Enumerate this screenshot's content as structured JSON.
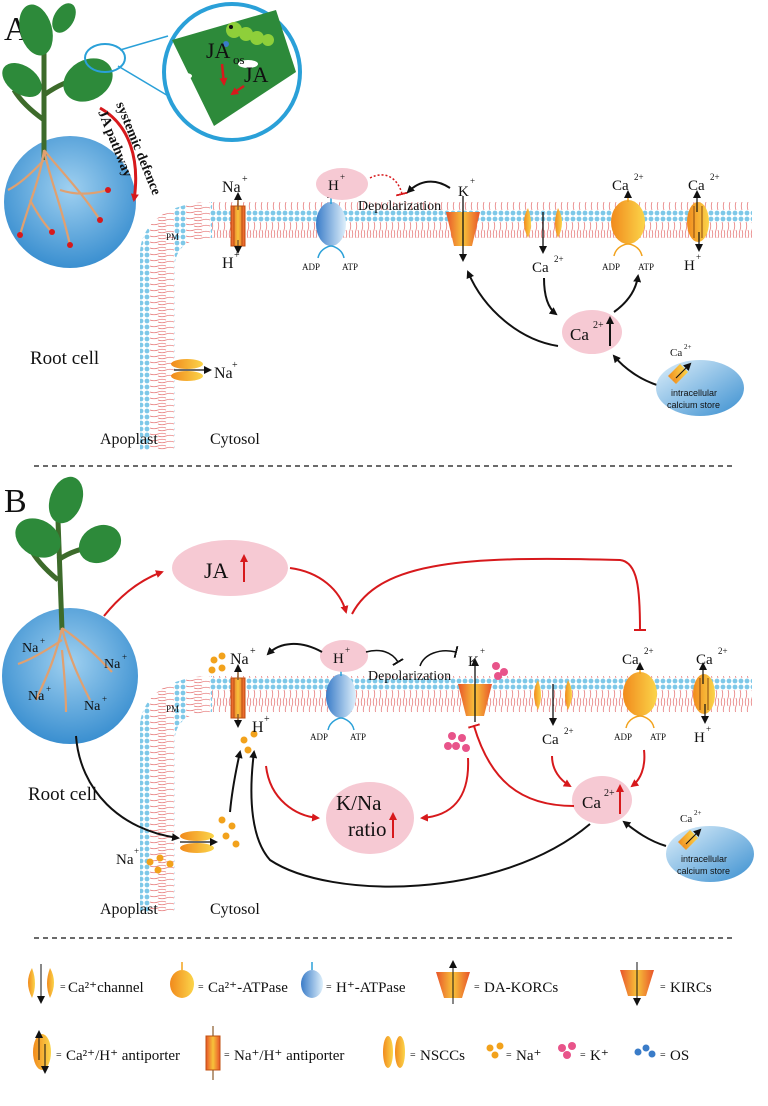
{
  "panel_a": {
    "label": "A",
    "inset": {
      "ja_os": "JA",
      "ja_os_sub": "os",
      "ja": "JA"
    },
    "pathway_line1": "systemic defence",
    "pathway_line2": "JA pathway",
    "pm": "PM",
    "root_cell": "Root cell",
    "apoplast": "Apoplast",
    "cytosol": "Cytosol",
    "depolarization": "Depolarization",
    "ions": {
      "na": "Na",
      "h": "H",
      "k": "K",
      "ca": "Ca",
      "plus": "+",
      "two_plus": "2+"
    },
    "adp": "ADP",
    "atp": "ATP",
    "store_line1": "intracellular",
    "store_line2": "calcium store"
  },
  "panel_b": {
    "label": "B",
    "ja": "JA",
    "ratio_line1": "K/Na",
    "ratio_line2": "ratio",
    "pm": "PM",
    "root_cell": "Root cell",
    "apoplast": "Apoplast",
    "cytosol": "Cytosol",
    "depolarization": "Depolarization",
    "adp": "ADP",
    "atp": "ATP",
    "store_line1": "intracellular",
    "store_line2": "calcium store"
  },
  "legend": {
    "ca_channel": "Ca²⁺channel",
    "ca_atpase": "Ca²⁺-ATPase",
    "h_atpase": "H⁺-ATPase",
    "da_korcs": "DA-KORCs",
    "kircs": "KIRCs",
    "ca_h_antiporter": "Ca²⁺/H⁺ antiporter",
    "na_h_antiporter": "Na⁺/H⁺ antiporter",
    "nsccs": "NSCCs",
    "na": "Na⁺",
    "k": "K⁺",
    "os": "OS",
    "eq": "="
  },
  "colors": {
    "red": "#d7191c",
    "blue": "#2aa0d8",
    "pink": "#f6c9d3",
    "orange": "#f2a21c",
    "leaf": "#2d8a3a",
    "membrane_blue": "#7ec8e8",
    "membrane_red": "#e77d7d"
  }
}
